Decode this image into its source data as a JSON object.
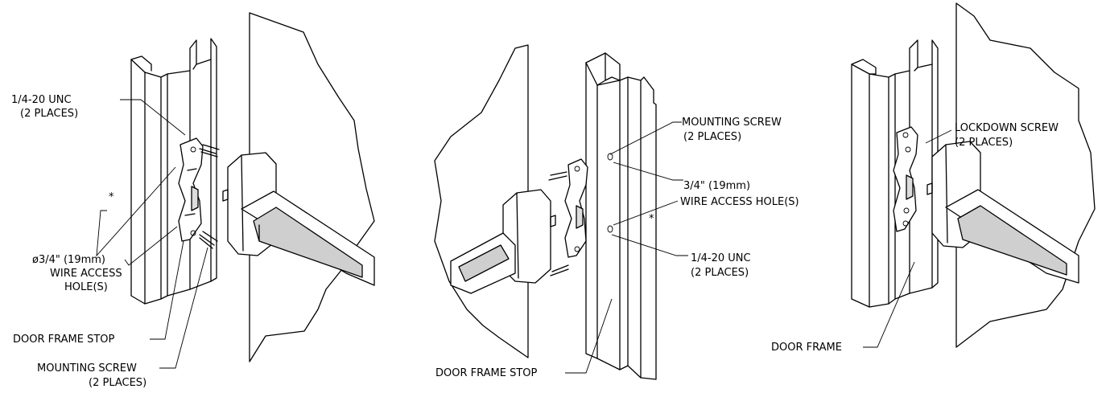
{
  "figure_1": {
    "callout_thread": "1/4-20 UNC",
    "callout_thread_qty": "(2 PLACES)",
    "asterisk": "*",
    "callout_hole_line1": "ø3/4\" (19mm)",
    "callout_hole_line2": "WIRE ACCESS",
    "callout_hole_line3": "HOLE(S)",
    "callout_stop": "DOOR FRAME STOP",
    "callout_screw": "MOUNTING SCREW",
    "callout_screw_qty": "(2 PLACES)"
  },
  "figure_2": {
    "callout_screw": "MOUNTING SCREW",
    "callout_screw_qty": "(2 PLACES)",
    "callout_hole_line1": "3/4\" (19mm)",
    "callout_hole_line2": "WIRE ACCESS HOLE(S)",
    "asterisk": "*",
    "callout_thread": "1/4-20 UNC",
    "callout_thread_qty": "(2 PLACES)",
    "callout_stop": "DOOR FRAME STOP"
  },
  "figure_3": {
    "callout_lockdown": "LOCKDOWN SCREW",
    "callout_lockdown_qty": "(2 PLACES)",
    "callout_frame": "DOOR FRAME"
  }
}
